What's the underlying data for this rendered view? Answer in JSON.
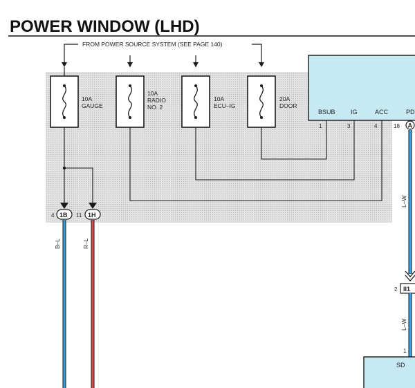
{
  "title": "POWER WINDOW (LHD)",
  "source_note": "FROM POWER SOURCE SYSTEM (SEE PAGE 140)",
  "fuses": [
    {
      "rating": "10A",
      "name_line1": "GAUGE",
      "name_line2": ""
    },
    {
      "rating": "10A",
      "name_line1": "RADIO",
      "name_line2": "NO. 2"
    },
    {
      "rating": "10A",
      "name_line1": "ECU–IG",
      "name_line2": ""
    },
    {
      "rating": "20A",
      "name_line1": "DOOR",
      "name_line2": ""
    }
  ],
  "ecu_terminals": [
    {
      "label": "BSUB",
      "pin": "1"
    },
    {
      "label": "IG",
      "pin": "3"
    },
    {
      "label": "ACC",
      "pin": "4"
    },
    {
      "label": "PD",
      "pin": "18"
    }
  ],
  "ecu_connector": "A",
  "connectors": [
    {
      "id": "1B",
      "pin": "4"
    },
    {
      "id": "1H",
      "pin": "11"
    }
  ],
  "junction": {
    "id": "II1",
    "pin_top": "2",
    "pin_bottom": "1"
  },
  "bottom_block_label": "SD",
  "wire_colors": {
    "left_1": "B–L",
    "left_2": "R–L",
    "right_upper": "L–W",
    "right_lower": "L–W"
  },
  "colors": {
    "shade": "#d9d9d9",
    "ecu_fill": "#c7e9f3",
    "wire_blue": "#3aa0dc",
    "wire_red": "#e04848",
    "line": "#1a1a1a"
  }
}
